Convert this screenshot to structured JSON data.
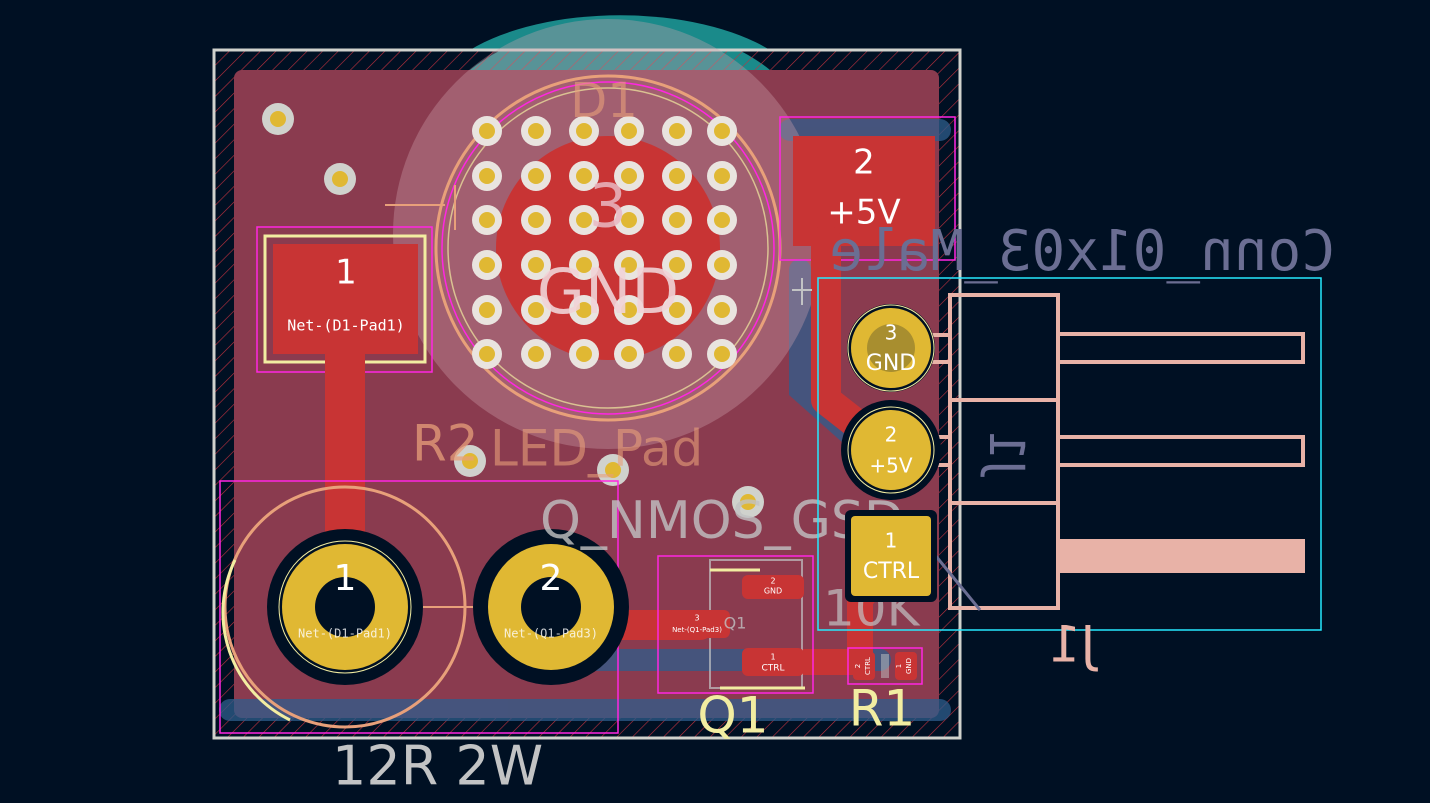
{
  "colors": {
    "background": "#001023",
    "board_edge": "#d0d2cd",
    "copper_fill": "#8a3b4f",
    "copper_pad": "#c83434",
    "through_hole": "#e0b833",
    "silk_front": "#f2eda1",
    "silk_back": "#e8b2a7",
    "fab_text": "#c2c3c4",
    "courtyard": "#ff26e2",
    "courtyard_back": "#26e9ff",
    "back_text": "#6b6e93",
    "ground_circle": "#1a8a8a"
  },
  "d1": {
    "reference": "D1",
    "value": "LED_Pad",
    "pad3_number": "3",
    "pad3_net": "GND"
  },
  "pads": {
    "d1_pad1_number": "1",
    "d1_pad1_net": "Net-(D1-Pad1)",
    "d1_pad2_number": "2",
    "d1_pad2_net": "+5V"
  },
  "r2": {
    "reference": "R2",
    "value": "12R 2W",
    "pad1_number": "1",
    "pad1_net": "Net-(D1-Pad1)",
    "pad2_number": "2",
    "pad2_net": "Net-(Q1-Pad3)"
  },
  "q1": {
    "reference": "Q1",
    "fab_reference": "Q1",
    "value": "Q_NMOS_GSD",
    "pad1_number": "1",
    "pad1_net": "CTRL",
    "pad2_number": "2",
    "pad2_net": "GND",
    "pad3_number": "3",
    "pad3_net": "Net-(Q1-Pad3)"
  },
  "r1": {
    "reference": "R1",
    "value": "10K",
    "pad1_number": "1",
    "pad1_net": "GND",
    "pad2_number": "2",
    "pad2_net": "CTRL"
  },
  "j1": {
    "reference": "J1",
    "value": "Conn_01x03_Male",
    "fab_reference": "J1",
    "pin3_number": "3",
    "pin3_net": "GND",
    "pin2_number": "2",
    "pin2_net": "+5V",
    "pin1_number": "1",
    "pin1_net": "CTRL"
  }
}
